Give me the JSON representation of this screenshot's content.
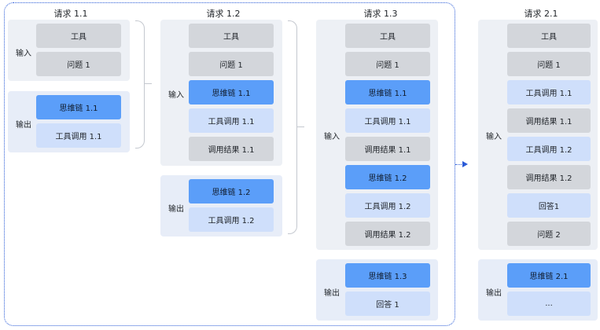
{
  "columns": [
    {
      "title": "请求 1.1",
      "input_label": "输入",
      "inputs": [
        "工具",
        "问题 1"
      ],
      "output_label": "输出",
      "outputs": [
        "思维链 1.1",
        "工具调用 1.1"
      ]
    },
    {
      "title": "请求 1.2",
      "input_label": "输入",
      "inputs": [
        "工具",
        "问题 1",
        "思维链 1.1",
        "工具调用 1.1",
        "调用结果 1.1"
      ],
      "output_label": "输出",
      "outputs": [
        "思维链 1.2",
        "工具调用 1.2"
      ]
    },
    {
      "title": "请求 1.3",
      "input_label": "输入",
      "inputs": [
        "工具",
        "问题 1",
        "思维链 1.1",
        "工具调用 1.1",
        "调用结果 1.1",
        "思维链 1.2",
        "工具调用 1.2",
        "调用结果 1.2"
      ],
      "output_label": "输出",
      "outputs": [
        "思维链 1.3",
        "回答 1"
      ]
    },
    {
      "title": "请求 2.1",
      "input_label": "输入",
      "inputs": [
        "工具",
        "问题 1",
        "工具调用 1.1",
        "调用结果 1.1",
        "工具调用 1.2",
        "调用结果 1.2",
        "回答1",
        "问题 2"
      ],
      "output_label": "输出",
      "outputs": [
        "思维链 2.1",
        "..."
      ]
    }
  ],
  "colors": {
    "gray": "#d3d6db",
    "blue": "#5b9ef9",
    "light_blue": "#cfdffb",
    "group_bg": "#edf0f5",
    "dotted_border": "#2a5bd7"
  }
}
